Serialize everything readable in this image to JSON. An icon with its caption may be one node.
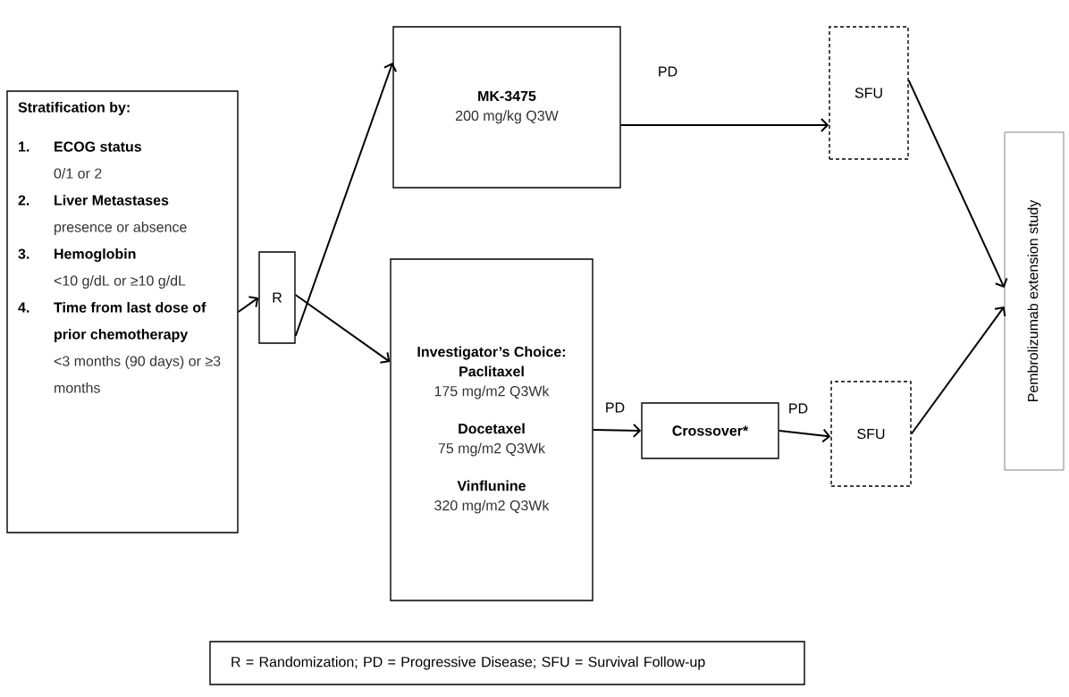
{
  "diagram": {
    "nodes": [
      {
        "text": [
          "Stratification by:",
          "1.",
          "ECOG status",
          "0/1 or 2",
          "2.",
          "Liver Metastases",
          "presence or absence",
          "3.",
          "Hemoglobin",
          "<10 g/dL or ≥10 g/dL",
          "4.",
          "Time from last dose of prior chemotherapy",
          "<3 months (90 days) or ≥3 months"
        ]
      },
      {
        "text": [
          "R"
        ]
      },
      {
        "text": [
          "MK-3475",
          "200 mg/kg Q3W"
        ]
      },
      {
        "text": [
          "Investigator’s Choice:",
          "Paclitaxel",
          "175 mg/m2 Q3Wk",
          "Docetaxel",
          "75 mg/m2 Q3Wk",
          "Vinflunine",
          "320 mg/m2 Q3Wk"
        ]
      },
      {
        "text": [
          "Crossover*"
        ]
      },
      {
        "text": [
          "SFU"
        ]
      },
      {
        "text": [
          "SFU"
        ]
      },
      {
        "text": [
          "Pembrolizumab extension study"
        ]
      },
      {
        "text": [
          "R = Randomization; PD = Progressive Disease; SFU = Survival Follow-up"
        ]
      }
    ],
    "edges": [
      {
        "from": 0,
        "to": 1,
        "arrow": "to"
      },
      {
        "from": 1,
        "to": 2,
        "arrow": "to"
      },
      {
        "from": 1,
        "to": 3,
        "arrow": "to"
      },
      {
        "from": 2,
        "to": 5,
        "arrow": "to",
        "label": "PD"
      },
      {
        "from": 3,
        "to": 4,
        "arrow": "to",
        "label": "PD"
      },
      {
        "from": 4,
        "to": 6,
        "arrow": "to",
        "label": "PD"
      },
      {
        "from": 5,
        "to": 7,
        "arrow": "to"
      },
      {
        "from": 6,
        "to": 7,
        "arrow": "to"
      }
    ]
  }
}
